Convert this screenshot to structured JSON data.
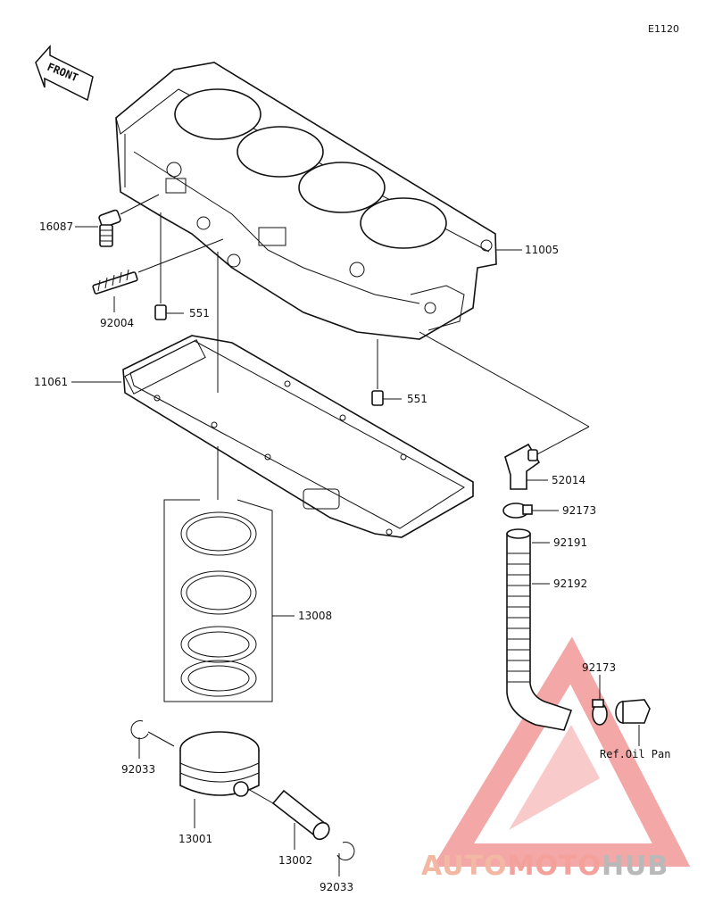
{
  "diagram": {
    "code": "E1120",
    "front_label": "FRONT",
    "reference_note": "Ref.Oil Pan",
    "callouts": {
      "cylinder": "11005",
      "bolt_fitting": "16087",
      "stud": "92004",
      "dowel_upper": "551",
      "dowel_lower": "551",
      "gasket": "11061",
      "elbow_fitting": "52014",
      "clamp_upper": "92173",
      "hose_end": "92191",
      "hose": "92192",
      "clamp_lower": "92173",
      "ring_set": "13008",
      "circlip_left": "92033",
      "piston": "13001",
      "piston_pin": "13002",
      "circlip_right": "92033"
    },
    "watermark": {
      "part1": "AUTO",
      "part2": "MOTO",
      "part3": "HUB",
      "colors": {
        "auto": "#f2b8a3",
        "moto": "#f3a19a",
        "hub": "#b9b9b9",
        "triangle": "#f08a8a"
      }
    }
  }
}
